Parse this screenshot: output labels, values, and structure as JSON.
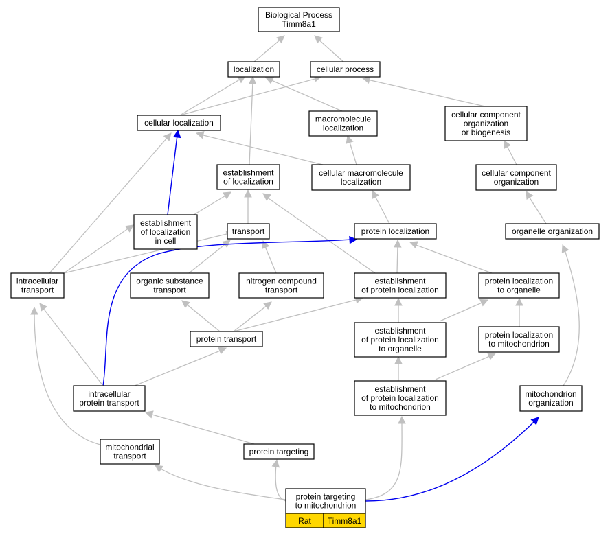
{
  "nodes": {
    "root": [
      "Biological Process",
      "Timm8a1"
    ],
    "localization": [
      "localization"
    ],
    "cellular_process": [
      "cellular process"
    ],
    "cellular_localization": [
      "cellular localization"
    ],
    "macromolecule_localization": [
      "macromolecule",
      "localization"
    ],
    "ccob": [
      "cellular component",
      "organization",
      "or biogenesis"
    ],
    "establishment_of_localization": [
      "establishment",
      "of localization"
    ],
    "cellular_macromolecule_localization": [
      "cellular macromolecule",
      "localization"
    ],
    "cellular_component_organization": [
      "cellular component",
      "organization"
    ],
    "establishment_of_localization_in_cell": [
      "establishment",
      "of localization",
      "in cell"
    ],
    "transport": [
      "transport"
    ],
    "protein_localization": [
      "protein localization"
    ],
    "organelle_organization": [
      "organelle organization"
    ],
    "intracellular_transport": [
      "intracellular",
      "transport"
    ],
    "organic_substance_transport": [
      "organic substance",
      "transport"
    ],
    "nitrogen_compound_transport": [
      "nitrogen compound",
      "transport"
    ],
    "establishment_of_protein_localization": [
      "establishment",
      "of protein localization"
    ],
    "protein_localization_to_organelle": [
      "protein localization",
      "to organelle"
    ],
    "protein_transport": [
      "protein transport"
    ],
    "eplo": [
      "establishment",
      "of protein localization",
      "to organelle"
    ],
    "protein_localization_to_mitochondrion": [
      "protein localization",
      "to mitochondrion"
    ],
    "intracellular_protein_transport": [
      "intracellular",
      "protein transport"
    ],
    "eplm": [
      "establishment",
      "of protein localization",
      "to mitochondrion"
    ],
    "mitochondrion_organization": [
      "mitochondrion",
      "organization"
    ],
    "mitochondrial_transport": [
      "mitochondrial",
      "transport"
    ],
    "protein_targeting": [
      "protein targeting"
    ],
    "ptm": [
      "protein targeting",
      "to mitochondrion"
    ]
  },
  "badge": {
    "species": "Rat",
    "gene": "Timm8a1",
    "color": "#ffd700"
  },
  "colors": {
    "edge_gray": "#c0c0c0",
    "edge_blue": "#0000ee"
  }
}
